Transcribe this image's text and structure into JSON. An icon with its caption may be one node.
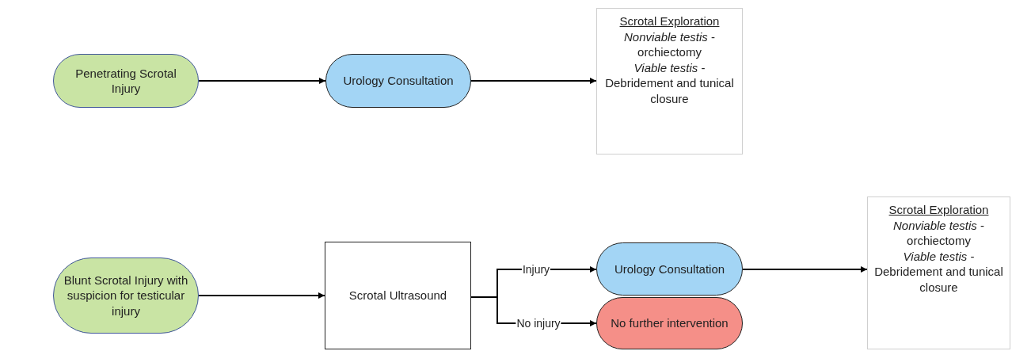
{
  "diagram": {
    "nodes": [
      {
        "text": [
          "Penetrating Scrotal Injury"
        ]
      },
      {
        "text": [
          "Urology Consultation"
        ]
      },
      {
        "text": [
          "Scrotal Exploration",
          "*Nonviable testis* - orchiectomy",
          "*Viable testis* - Debridement and tunical closure"
        ]
      },
      {
        "text": [
          "Blunt Scrotal Injury with suspicion for testicular injury"
        ]
      },
      {
        "text": [
          "Scrotal Ultrasound"
        ]
      },
      {
        "text": [
          "Urology Consultation"
        ]
      },
      {
        "text": [
          "No further intervention"
        ]
      },
      {
        "text": [
          "Scrotal Exploration",
          "*Nonviable testis* - orchiectomy",
          "*Viable testis* - Debridement and tunical closure"
        ]
      }
    ],
    "edges": [
      {
        "from": 0,
        "to": 1,
        "arrow": "to"
      },
      {
        "from": 1,
        "to": 2,
        "arrow": "to"
      },
      {
        "from": 3,
        "to": 4,
        "arrow": "to"
      },
      {
        "from": 4,
        "to": 5,
        "label": "Injury",
        "arrow": "to"
      },
      {
        "from": 4,
        "to": 6,
        "label": "No injury",
        "arrow": "to"
      },
      {
        "from": 5,
        "to": 7,
        "arrow": "to"
      }
    ]
  }
}
